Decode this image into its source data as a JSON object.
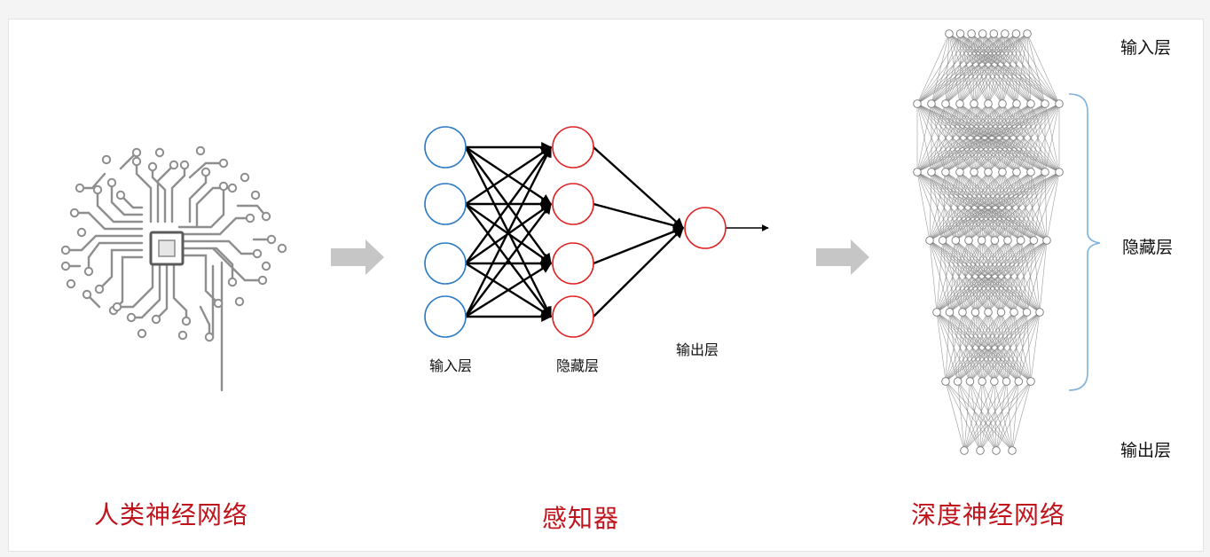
{
  "captions": {
    "human": "人类神经网络",
    "perceptron": "感知器",
    "deep": "深度神经网络"
  },
  "perceptron": {
    "input_label": "输入层",
    "hidden_label": "隐藏层",
    "output_label": "输出层",
    "input_nodes": 4,
    "hidden_nodes": 4,
    "output_nodes": 1
  },
  "deep": {
    "input_label": "输入层",
    "hidden_label": "隐藏层",
    "output_label": "输出层",
    "layer_sizes": [
      8,
      11,
      11,
      10,
      9,
      8,
      4
    ]
  },
  "colors": {
    "caption": "#c0141c",
    "input_node": "#2c7bc4",
    "hidden_node": "#e02424",
    "arrow": "#c4c4c4",
    "deep_edges": "#7a7a7a",
    "brace": "#7fb2dc"
  },
  "icons": [
    "brain-circuit-icon",
    "chip-icon"
  ]
}
